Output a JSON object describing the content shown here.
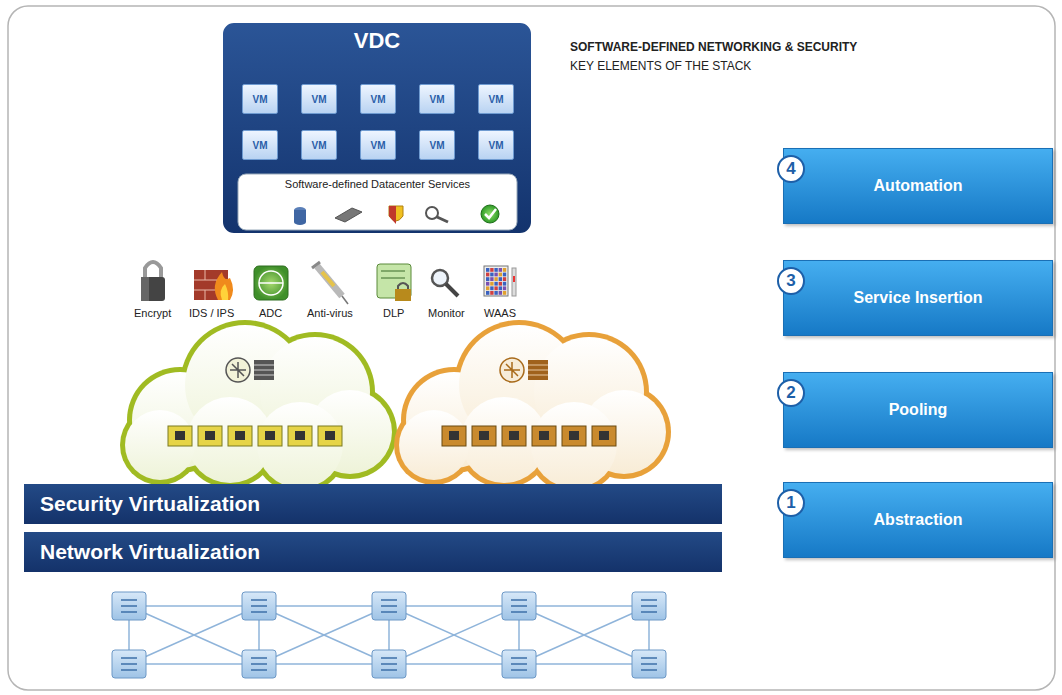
{
  "diagram": {
    "title": "SOFTWARE-DEFINED NETWORKING & SECURITY",
    "nodes": [
      {
        "text": [
          "VDC"
        ]
      },
      {
        "text": [
          "VM"
        ],
        "in": 0
      },
      {
        "text": [
          "VM"
        ],
        "in": 0
      },
      {
        "text": [
          "VM"
        ],
        "in": 0
      },
      {
        "text": [
          "VM"
        ],
        "in": 0
      },
      {
        "text": [
          "VM"
        ],
        "in": 0
      },
      {
        "text": [
          "VM"
        ],
        "in": 0
      },
      {
        "text": [
          "VM"
        ],
        "in": 0
      },
      {
        "text": [
          "VM"
        ],
        "in": 0
      },
      {
        "text": [
          "VM"
        ],
        "in": 0
      },
      {
        "text": [
          "VM"
        ],
        "in": 0
      },
      {
        "text": [
          "Software-defined Datacenter Services"
        ],
        "in": 0
      },
      {
        "text": [
          "Security Virtualization"
        ]
      },
      {
        "text": [
          "Network Virtualization"
        ]
      },
      {
        "text": [
          "Automation"
        ]
      },
      {
        "text": [
          "4"
        ],
        "in": 14
      },
      {
        "text": [
          "Service Insertion"
        ]
      },
      {
        "text": [
          "3"
        ],
        "in": 16
      },
      {
        "text": [
          "Pooling"
        ]
      },
      {
        "text": [
          "2"
        ],
        "in": 18
      },
      {
        "text": [
          "Abstraction"
        ]
      },
      {
        "text": [
          "1"
        ],
        "in": 20
      }
    ],
    "labels": [
      "KEY ELEMENTS OF THE STACK",
      "Encrypt",
      "IDS / IPS",
      "ADC",
      "Anti-virus",
      "DLP",
      "Monitor",
      "WAAS"
    ]
  }
}
